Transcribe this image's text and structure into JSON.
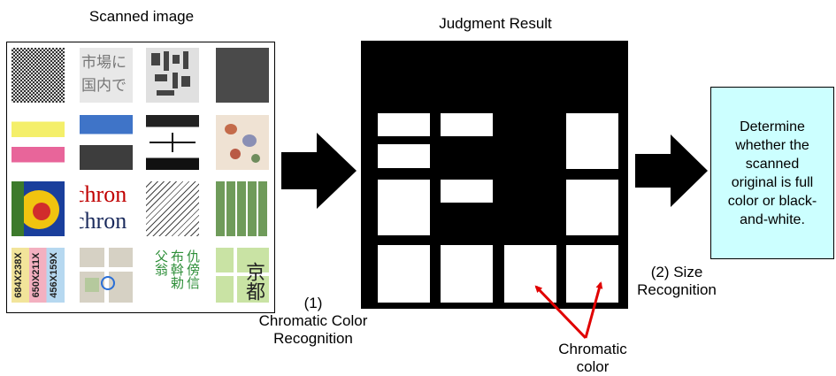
{
  "scanned_title": "Scanned image",
  "judgment_title": "Judgment Result",
  "step1": {
    "number": "(1)",
    "line1": "Chromatic Color",
    "line2": "Recognition"
  },
  "step2": {
    "line1": "(2) Size",
    "line2": "Recognition"
  },
  "chromatic": {
    "line1": "Chromatic",
    "line2": "color"
  },
  "result": {
    "line1": "Determine",
    "line2": "whether the",
    "line3": "scanned",
    "line4": "original is full",
    "line5": "color or black-",
    "line6": "and-white."
  },
  "tiles": {
    "jp_text_line1": "市場に",
    "jp_text_line2": "国内で",
    "chron_line1": "chron",
    "chron_line2": "chron",
    "sizes_1": "684X238X",
    "sizes_2": "650X211X",
    "sizes_3": "456X159X",
    "kanji_a": "仇傍信",
    "kanji_b": "布斡勅",
    "kanji_c": "父翁",
    "map_kanji": "京都"
  },
  "colors": {
    "arrow": "#000000",
    "pointer": "#e00000",
    "result_box": "#ccffff"
  }
}
